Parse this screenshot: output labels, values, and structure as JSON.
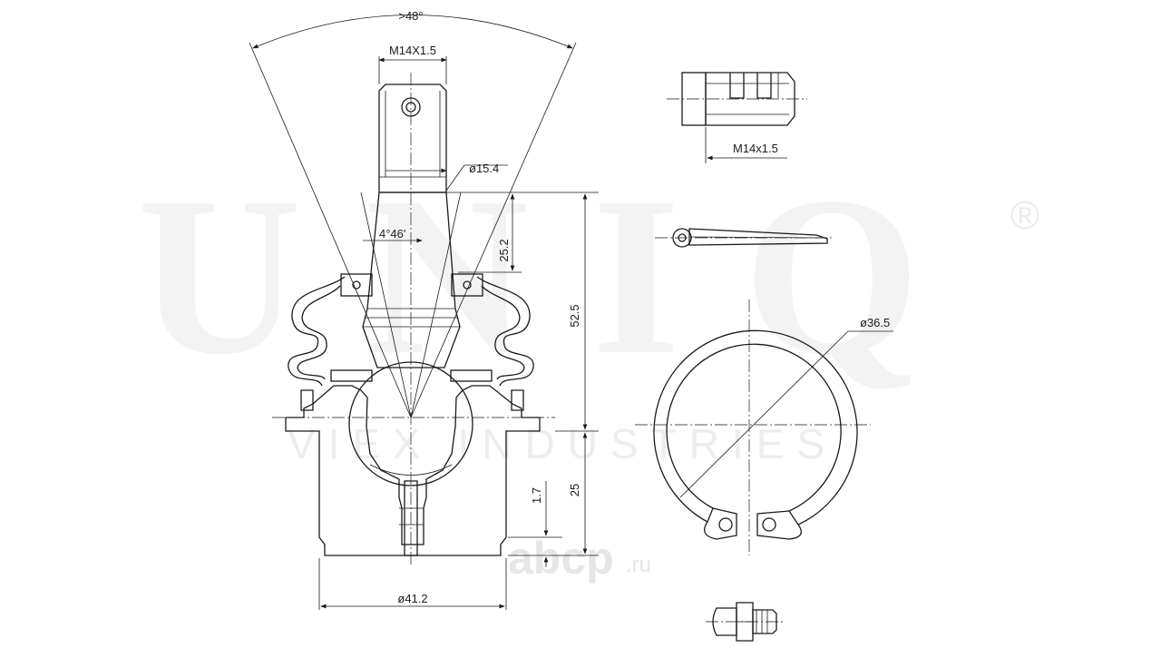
{
  "watermark": {
    "brand": "UNIQ",
    "registered": "®",
    "company": "VIEX INDUSTRIES",
    "site_domain": "abcp",
    "site_tld": ".ru"
  },
  "dimensions": {
    "taper_angle": ">48°",
    "stud_thread": "M14X1.5",
    "stud_diameter": "ø15.4",
    "half_angle": "4°46'",
    "taper_length": "25.2",
    "total_height": "52.5",
    "body_height": "25",
    "offset": "1.7",
    "body_diameter": "ø41.2",
    "nut_thread": "M14x1.5",
    "ring_diameter": "ø36.5"
  }
}
